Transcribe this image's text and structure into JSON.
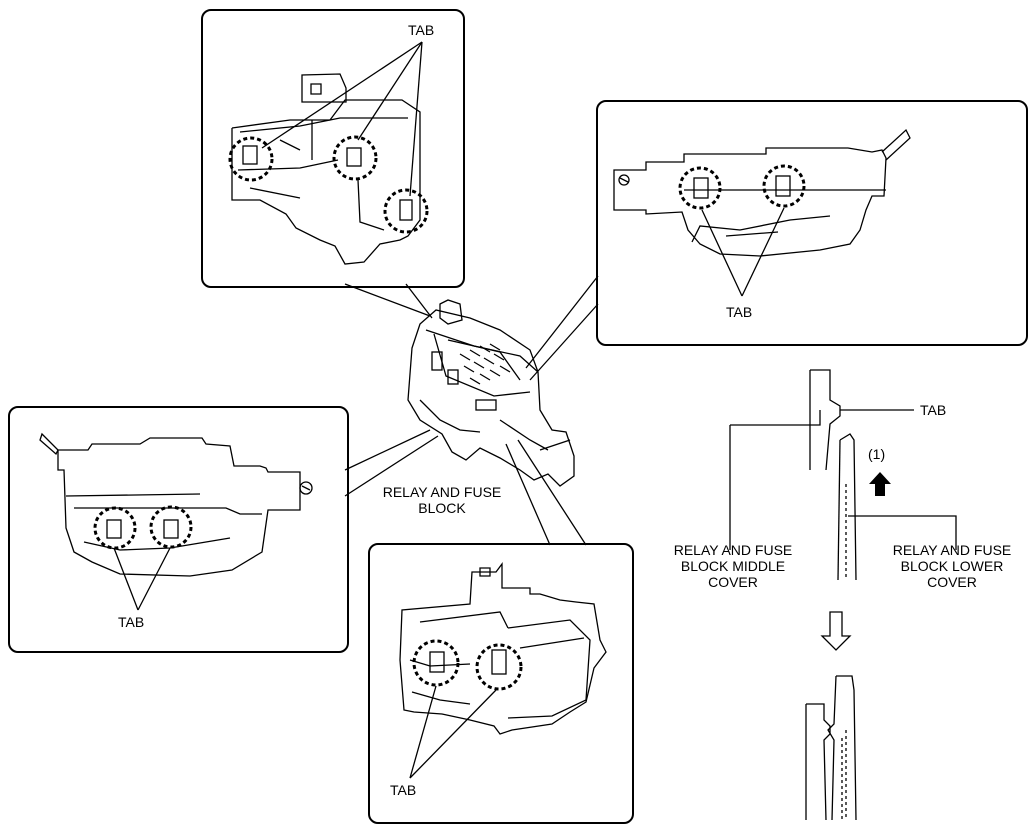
{
  "labels": {
    "tab": "TAB",
    "block": "RELAY AND FUSE\nBLOCK",
    "middle_cover": "RELAY AND FUSE\nBLOCK MIDDLE\nCOVER",
    "lower_cover": "RELAY AND FUSE\nBLOCK LOWER\nCOVER",
    "step": "(1)"
  },
  "colors": {
    "line": "#000000",
    "background": "#ffffff"
  }
}
